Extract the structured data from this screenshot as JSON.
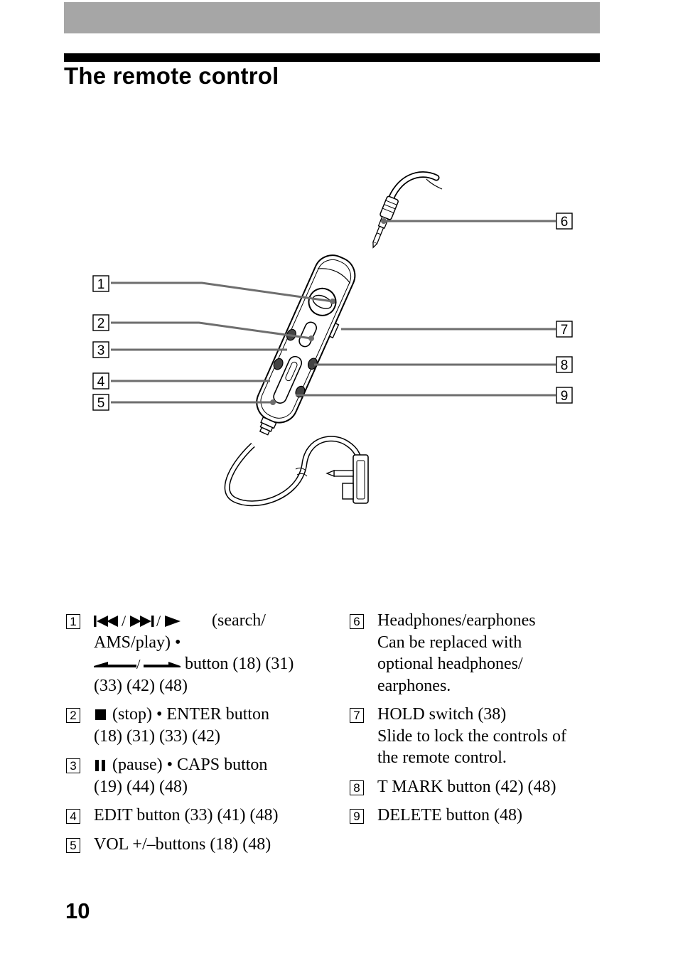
{
  "header": {
    "title": "The remote control"
  },
  "diagram": {
    "callouts": [
      "1",
      "2",
      "3",
      "4",
      "5",
      "6",
      "7",
      "8",
      "9"
    ]
  },
  "legend": {
    "left": [
      {
        "num": "1",
        "symbols": "⏮ / ⏭ / ▶",
        "lines": [
          "(search/",
          "AMS/play) •",
          "button  (18) (31)",
          "(33) (42) (48)"
        ]
      },
      {
        "num": "2",
        "symbols": "■",
        "lines": [
          "(stop) • ENTER button",
          "(18) (31) (33) (42)"
        ]
      },
      {
        "num": "3",
        "symbols": "❚❚",
        "lines": [
          "(pause) • CAPS button",
          "(19) (44) (48)"
        ]
      },
      {
        "num": "4",
        "lines": [
          "EDIT button  (33) (41) (48)"
        ]
      },
      {
        "num": "5",
        "lines": [
          "VOL +/–buttons  (18) (48)"
        ]
      }
    ],
    "right": [
      {
        "num": "6",
        "lines": [
          "Headphones/earphones",
          "Can be replaced with",
          "optional headphones/",
          "earphones."
        ]
      },
      {
        "num": "7",
        "lines": [
          "HOLD switch  (38)",
          "Slide to lock the controls of",
          "the remote control."
        ]
      },
      {
        "num": "8",
        "lines": [
          "T MARK button  (42) (48)"
        ]
      },
      {
        "num": "9",
        "lines": [
          "DELETE button  (48)"
        ]
      }
    ]
  },
  "footer": {
    "page_number": "10"
  }
}
